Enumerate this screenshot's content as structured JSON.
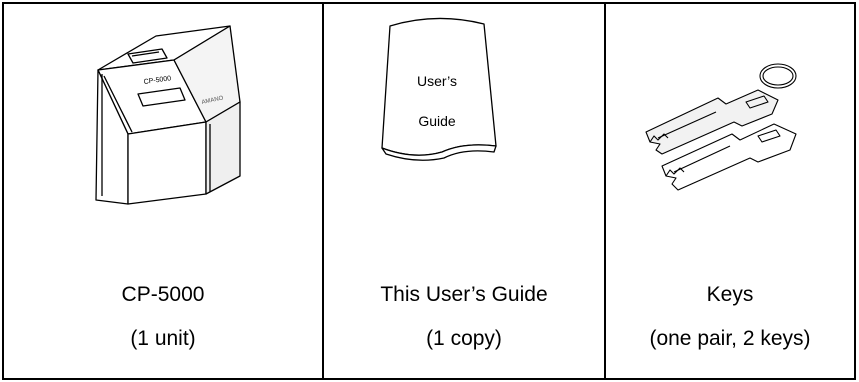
{
  "items": [
    {
      "name": "CP-5000",
      "quantity": "(1 unit)",
      "illustration": "time-recorder-device",
      "device_front_label": "CP-5000",
      "device_brand_label": "AMANO"
    },
    {
      "name": "This User’s Guide",
      "quantity": "(1 copy)",
      "illustration": "booklet",
      "booklet_line1": "User’s",
      "booklet_line2": "Guide"
    },
    {
      "name": "Keys",
      "quantity": "(one pair, 2 keys)",
      "illustration": "key-pair"
    }
  ]
}
